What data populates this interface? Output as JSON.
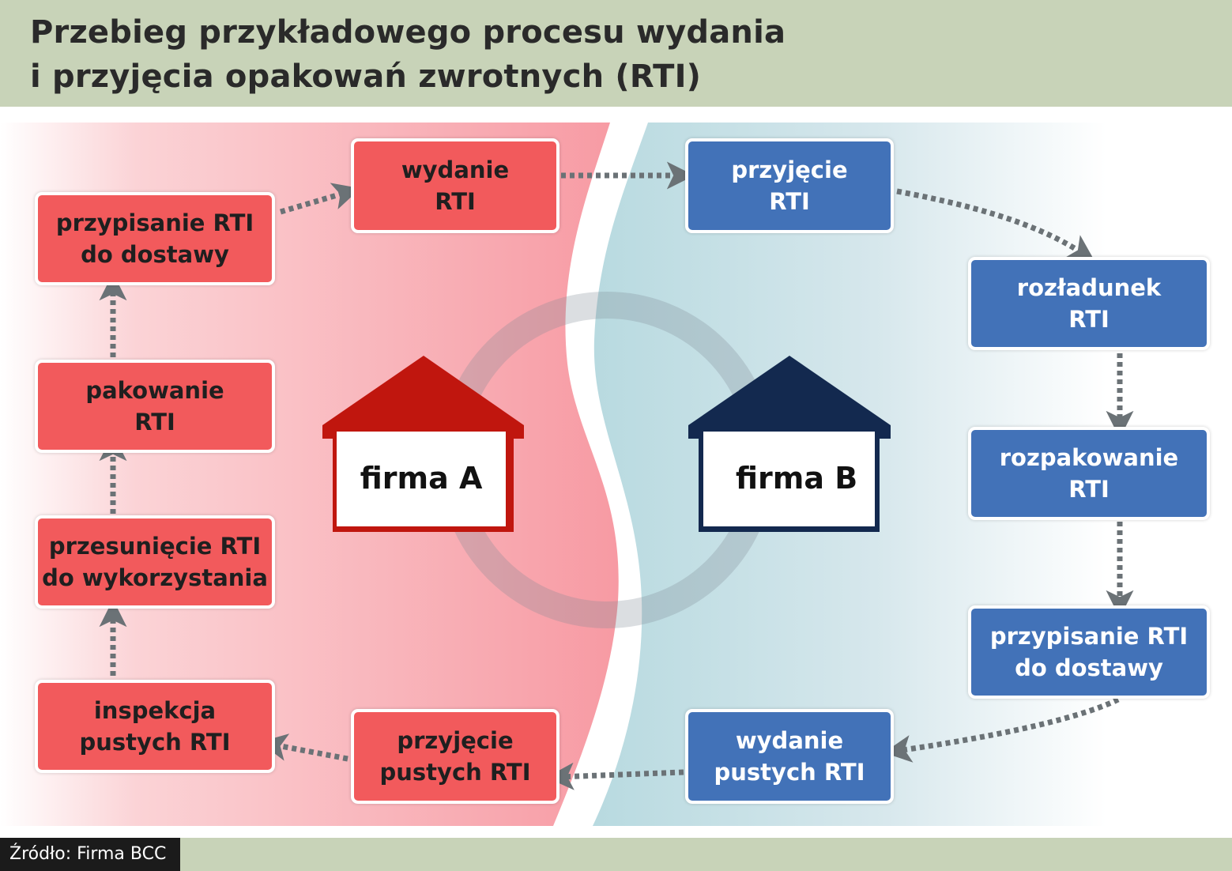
{
  "title": {
    "line1": "Przebieg przykładowego procesu wydania",
    "line2": "i przyjęcia opakowań zwrotnych (RTI)"
  },
  "source": "Źródło: Firma BCC",
  "companies": {
    "a": "firma A",
    "b": "firma B"
  },
  "colors": {
    "company_a_box": "#f25a5c",
    "company_a_roof": "#c0160e",
    "company_b_box": "#4272b8",
    "company_b_roof": "#13294f",
    "arrow": "#6b7276",
    "header": "#c8d3b8"
  },
  "steps": {
    "a_przypisanie": {
      "line1": "przypisanie RTI",
      "line2": "do dostawy"
    },
    "a_wydanie": {
      "line1": "wydanie",
      "line2": "RTI"
    },
    "b_przyjecie": {
      "line1": "przyjęcie",
      "line2": "RTI"
    },
    "b_rozladunek": {
      "line1": "rozładunek",
      "line2": "RTI"
    },
    "b_rozpakowanie": {
      "line1": "rozpakowanie",
      "line2": "RTI"
    },
    "b_przypisanie": {
      "line1": "przypisanie RTI",
      "line2": "do dostawy"
    },
    "b_wydanie_pustych": {
      "line1": "wydanie",
      "line2": "pustych RTI"
    },
    "a_przyjecie_pustych": {
      "line1": "przyjęcie",
      "line2": "pustych RTI"
    },
    "a_inspekcja": {
      "line1": "inspekcja",
      "line2": "pustych RTI"
    },
    "a_przesuniecie": {
      "line1": "przesunięcie RTI",
      "line2": "do  wykorzystania"
    },
    "a_pakowanie": {
      "line1": "pakowanie",
      "line2": "RTI"
    }
  }
}
